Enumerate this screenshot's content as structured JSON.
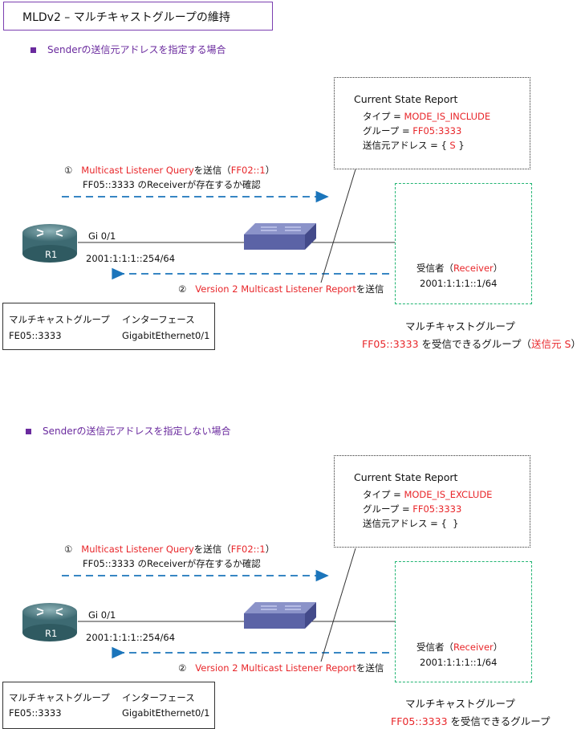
{
  "title": "MLDv2 – マルチキャストグループの維持",
  "sections": [
    {
      "heading": "Senderの送信元アドレスを指定する場合",
      "report": {
        "title": "Current State Report",
        "type_label": "タイプ = ",
        "type_value": "MODE_IS_INCLUDE",
        "group_label": "グループ = ",
        "group_value": "FF05:3333",
        "source_label": "送信元アドレス = {",
        "source_value": "S",
        "source_close": "}"
      },
      "query": {
        "num": "①",
        "main": "Multicast Listener Query",
        "suffix": "を送信（",
        "addr": "FF02::1",
        "close": "）",
        "line2": "FF05::3333 のReceiverが存在するか確認"
      },
      "router": {
        "label": "R1",
        "interface": "Gi 0/1",
        "address": "2001:1:1:1::254/64"
      },
      "receiver": {
        "label": "受信者（",
        "name": "Receiver",
        "close": "）",
        "address": "2001:1:1:1::1/64"
      },
      "report_msg": {
        "num": "②",
        "main": "Version 2 Multicast Listener Report",
        "suffix": "を送信"
      },
      "table": {
        "headers": [
          "マルチキャストグループ",
          "インターフェース"
        ],
        "row": [
          "FE05::3333",
          "GigabitEthernet0/1"
        ]
      },
      "group_caption": "マルチキャストグループ",
      "group_desc": {
        "addr": "FF05::3333",
        "text": " を受信できるグループ（",
        "src": "送信元 S",
        "close": "）"
      }
    },
    {
      "heading": "Senderの送信元アドレスを指定しない場合",
      "report": {
        "title": "Current State Report",
        "type_label": "タイプ = ",
        "type_value": "MODE_IS_EXCLUDE",
        "group_label": "グループ = ",
        "group_value": "FF05:3333",
        "source_label": "送信元アドレス = {",
        "source_value": "",
        "source_close": "}"
      },
      "query": {
        "num": "①",
        "main": "Multicast Listener Query",
        "suffix": "を送信（",
        "addr": "FF02::1",
        "close": "）",
        "line2": "FF05::3333 のReceiverが存在するか確認"
      },
      "router": {
        "label": "R1",
        "interface": "Gi 0/1",
        "address": "2001:1:1:1::254/64"
      },
      "receiver": {
        "label": "受信者（",
        "name": "Receiver",
        "close": "）",
        "address": "2001:1:1:1::1/64"
      },
      "report_msg": {
        "num": "②",
        "main": "Version 2 Multicast Listener Report",
        "suffix": "を送信"
      },
      "table": {
        "headers": [
          "マルチキャストグループ",
          "インターフェース"
        ],
        "row": [
          "FE05::3333",
          "GigabitEthernet0/1"
        ]
      },
      "group_caption": "マルチキャストグループ",
      "group_desc": {
        "addr": "FF05::3333",
        "text": " を受信できるグループ",
        "src": "",
        "close": ""
      }
    }
  ],
  "colors": {
    "accent": "#e8262a",
    "purple": "#6a2a9e",
    "arrow": "#1b75bb",
    "group_border": "#22b573"
  }
}
